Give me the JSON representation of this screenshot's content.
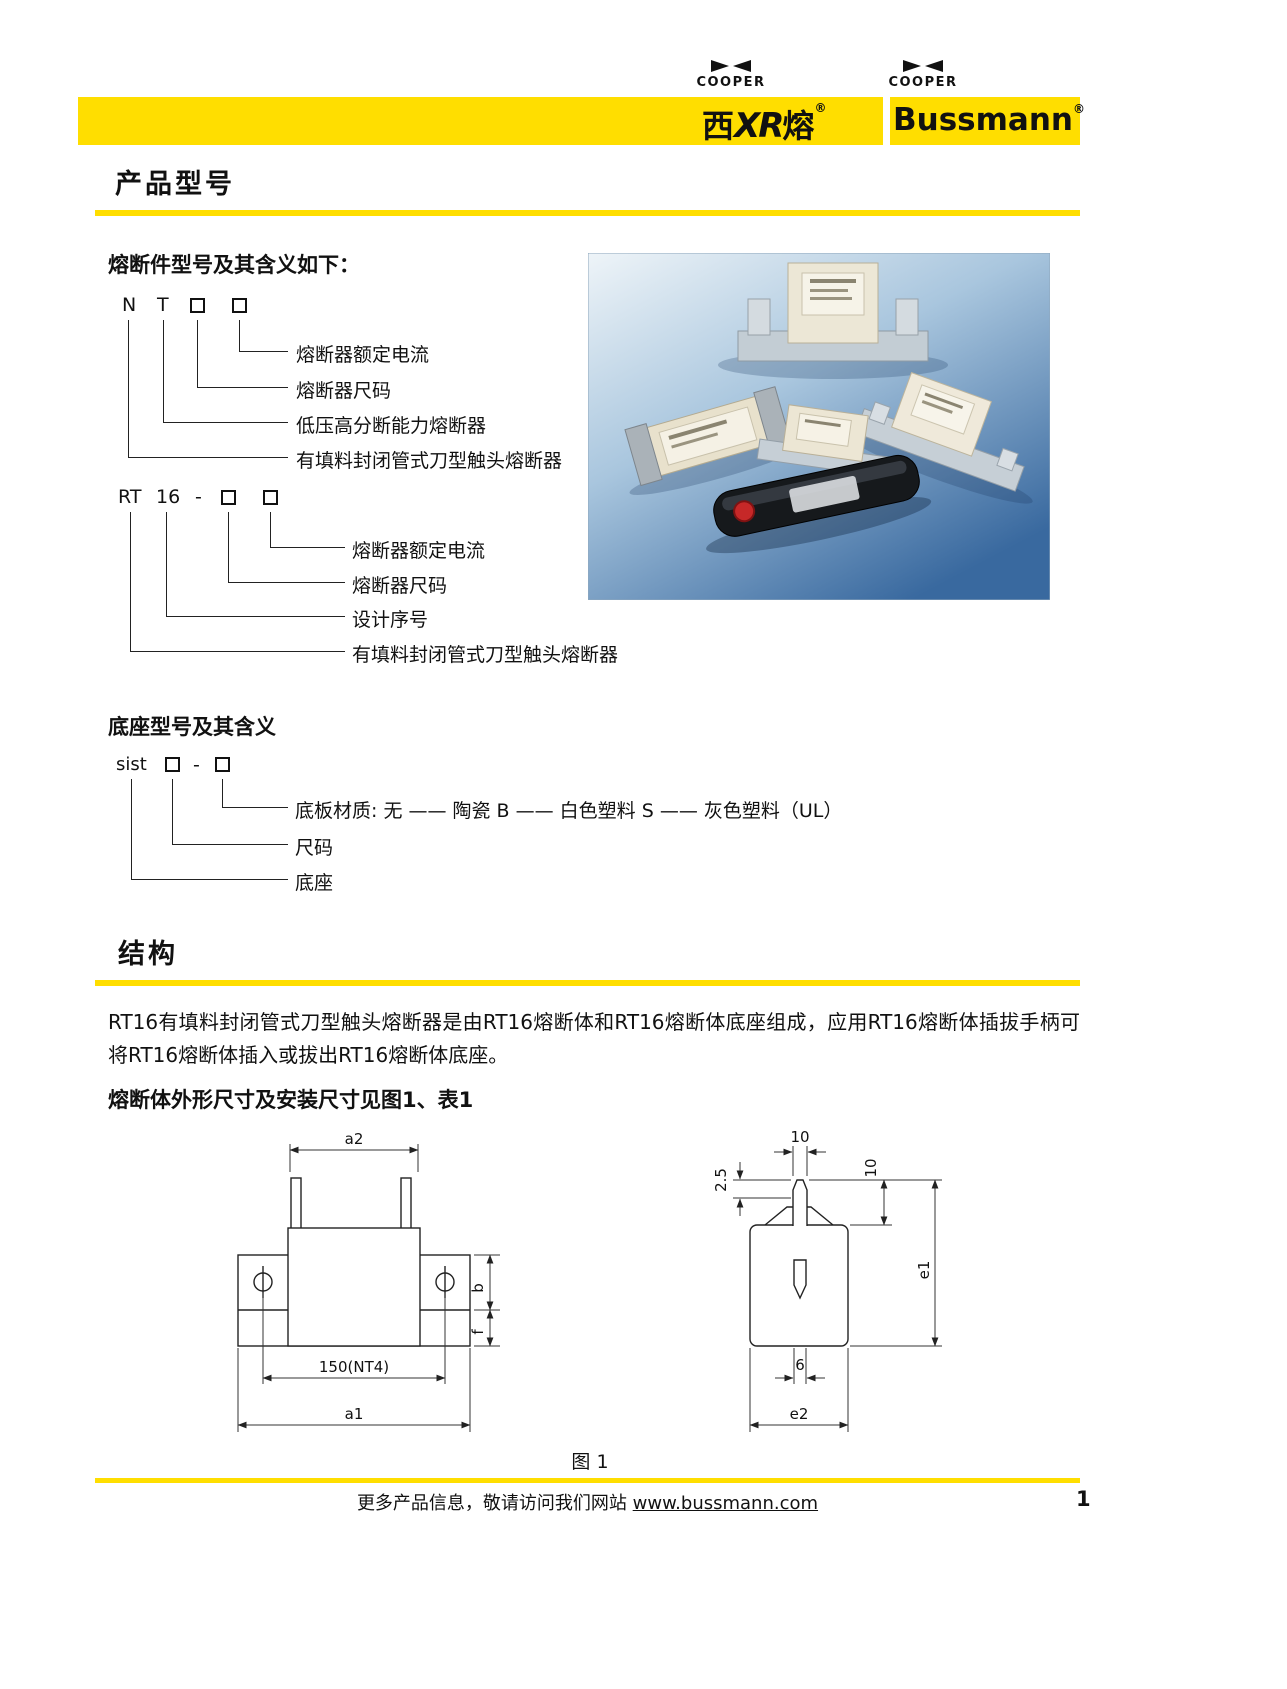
{
  "header": {
    "cooper": "COOPER",
    "xirong": {
      "west": "西",
      "xr": "XR",
      "rong": "熔",
      "reg": "®"
    },
    "bussmann": "Bussmann",
    "bussmann_reg": "®",
    "band_color": "#FFDE00"
  },
  "titles": {
    "product_model": "产品型号",
    "fuse_model_intro": "熔断件型号及其含义如下：",
    "base_model": "底座型号及其含义",
    "structure": "结构",
    "dimensions": "熔断体外形尺寸及安装尺寸见图1、表1"
  },
  "nt": {
    "n": "N",
    "t": "T",
    "labels": [
      "熔断器额定电流",
      "熔断器尺码",
      "低压高分断能力熔断器",
      "有填料封闭管式刀型触头熔断器"
    ]
  },
  "rt": {
    "rt": "RT",
    "series": "16",
    "dash": "-",
    "labels": [
      "熔断器额定电流",
      "熔断器尺码",
      "设计序号",
      "有填料封闭管式刀型触头熔断器"
    ]
  },
  "sist": {
    "prefix": "sist",
    "dash": "-",
    "labels": [
      "底板材质: 无 —— 陶瓷 B —— 白色塑料 S —— 灰色塑料（UL）",
      "尺码",
      "底座"
    ]
  },
  "structure": {
    "paragraph": "RT16有填料封闭管式刀型触头熔断器是由RT16熔断体和RT16熔断体底座组成，应用RT16熔断体插拔手柄可将RT16熔断体插入或拔出RT16熔断体底座。"
  },
  "figure": {
    "caption": "图  1",
    "left": {
      "a2": "a2",
      "b": "b",
      "f": "f",
      "slot": "150(NT4)",
      "a1": "a1"
    },
    "right": {
      "top10": "10",
      "d25": "2.5",
      "right10": "10",
      "e1": "e1",
      "d6": "6",
      "e2": "e2"
    }
  },
  "footer": {
    "prefix": "更多产品信息，敬请访问我们网站 ",
    "link": "www.bussmann.com",
    "page": "1"
  }
}
